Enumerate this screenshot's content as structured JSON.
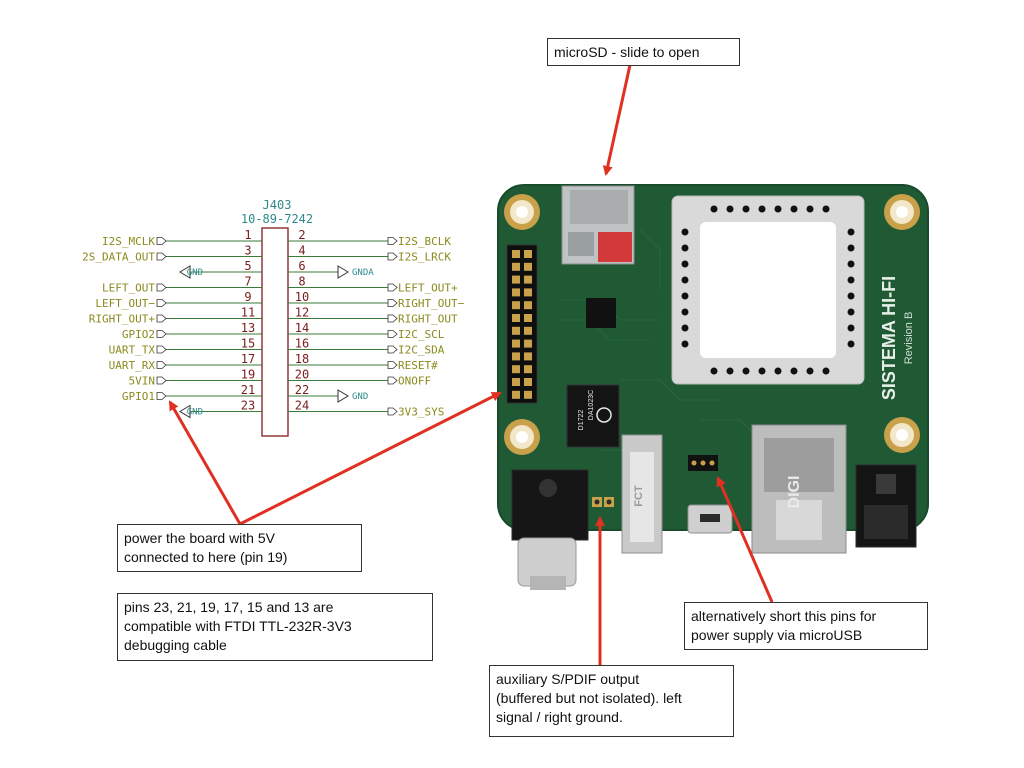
{
  "colors": {
    "pcb_green": "#1f5a34",
    "pcb_edge": "#184a2b",
    "schematic_label": "#8a8a1e",
    "pin_number": "#7a1c1c",
    "connector_outline": "#8c2a2a",
    "ref_teal": "#2f8a8a",
    "arrow_red": "#e03022",
    "gold": "#c9a14a"
  },
  "schematic": {
    "ref": "J403",
    "part": "10-89-7242",
    "left_pins": [
      {
        "num": "1",
        "label": "I2S_MCLK",
        "kind": "out"
      },
      {
        "num": "3",
        "label": "2S_DATA_OUT",
        "kind": "out"
      },
      {
        "num": "5",
        "label": "GND",
        "kind": "gnd"
      },
      {
        "num": "7",
        "label": "LEFT_OUT",
        "kind": "out"
      },
      {
        "num": "9",
        "label": "LEFT_OUT−",
        "kind": "out"
      },
      {
        "num": "11",
        "label": "RIGHT_OUT+",
        "kind": "out"
      },
      {
        "num": "13",
        "label": "GPIO2",
        "kind": "out"
      },
      {
        "num": "15",
        "label": "UART_TX",
        "kind": "out"
      },
      {
        "num": "17",
        "label": "UART_RX",
        "kind": "out"
      },
      {
        "num": "19",
        "label": "5VIN",
        "kind": "in"
      },
      {
        "num": "21",
        "label": "GPIO1",
        "kind": "out"
      },
      {
        "num": "23",
        "label": "GND",
        "kind": "gnd"
      }
    ],
    "right_pins": [
      {
        "num": "2",
        "label": "I2S_BCLK",
        "kind": "in"
      },
      {
        "num": "4",
        "label": "I2S_LRCK",
        "kind": "in"
      },
      {
        "num": "6",
        "label": "GNDA",
        "kind": "gnd"
      },
      {
        "num": "8",
        "label": "LEFT_OUT+",
        "kind": "in"
      },
      {
        "num": "10",
        "label": "RIGHT_OUT−",
        "kind": "in"
      },
      {
        "num": "12",
        "label": "RIGHT_OUT",
        "kind": "in"
      },
      {
        "num": "14",
        "label": "I2C_SCL",
        "kind": "in"
      },
      {
        "num": "16",
        "label": "I2C_SDA",
        "kind": "in"
      },
      {
        "num": "18",
        "label": "RESET#",
        "kind": "in"
      },
      {
        "num": "20",
        "label": "ONOFF",
        "kind": "in"
      },
      {
        "num": "22",
        "label": "GND",
        "kind": "gnd"
      },
      {
        "num": "24",
        "label": "3V3_SYS",
        "kind": "out"
      }
    ]
  },
  "board": {
    "brand": "SISTEMA HI-FI",
    "revision": "Revision B",
    "chip_line1": "DA1023C",
    "chip_line2": "D1722",
    "rj45_mark": "DIGI",
    "usb_mark": "FCT"
  },
  "annotations": {
    "microsd": "microSD - slide to open",
    "power_5v": "power the board with 5V\nconnected to here (pin 19)",
    "ftdi": "pins 23, 21, 19, 17, 15 and 13 are\ncompatible with FTDI TTL-232R-3V3\ndebugging cable",
    "microusb": "alternatively short this pins for\npower supply via microUSB",
    "spdif": "auxiliary S/PDIF output\n(buffered but not isolated). left\nsignal / right ground."
  }
}
